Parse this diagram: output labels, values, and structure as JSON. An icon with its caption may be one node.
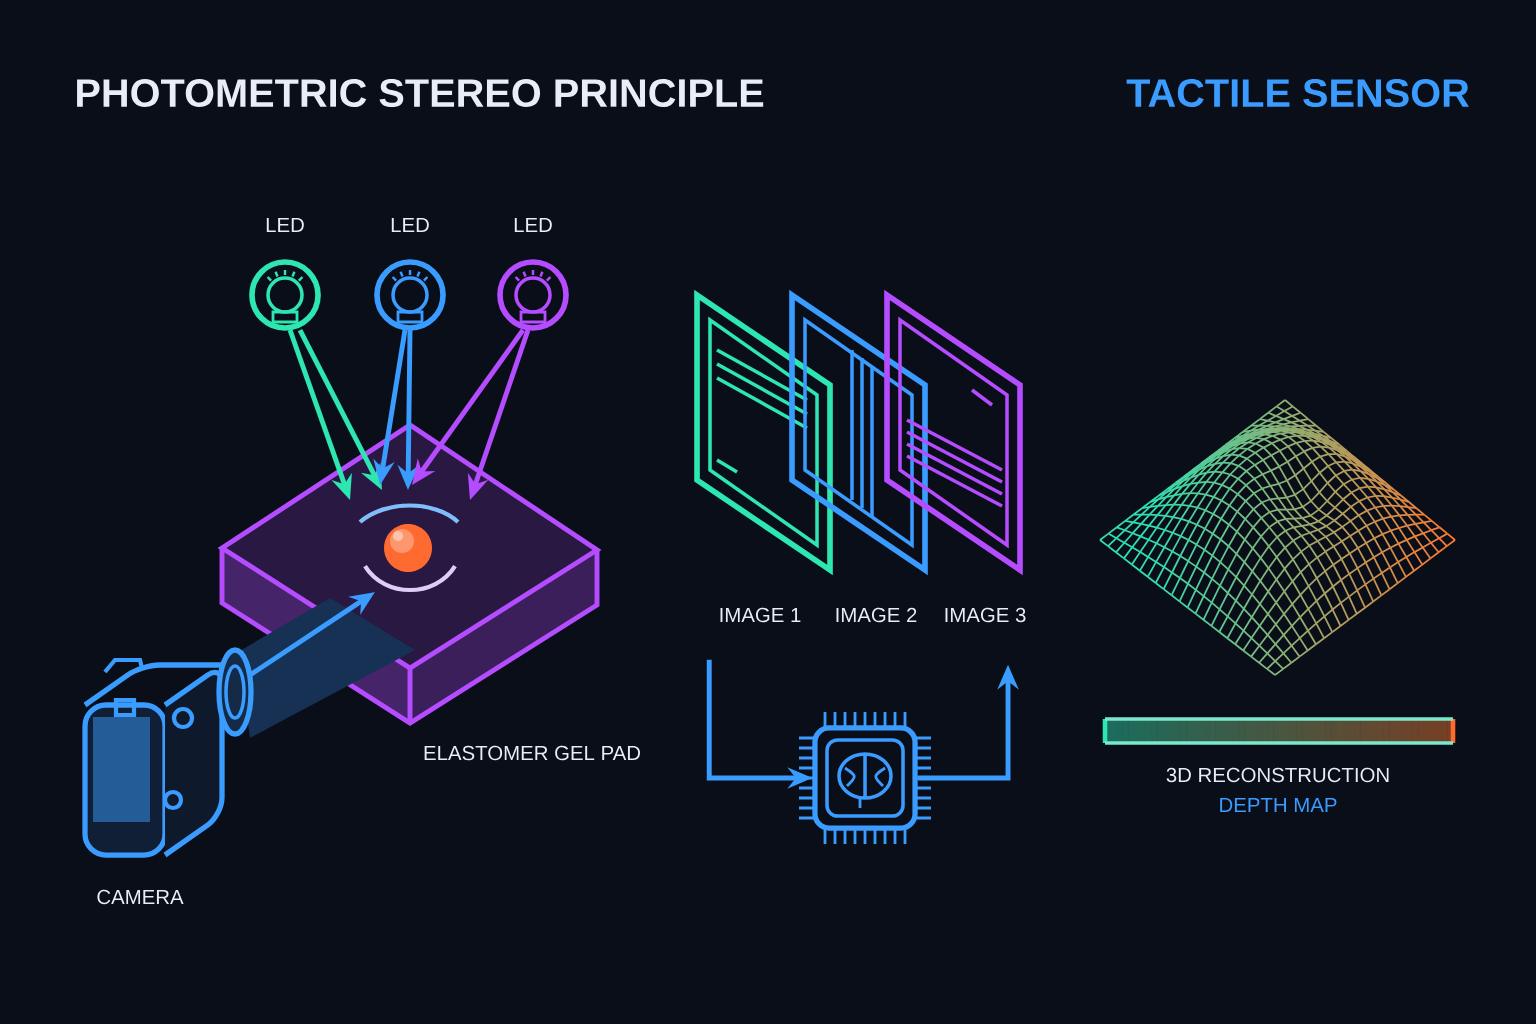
{
  "diagram": {
    "title": "PHOTOMETRIC STEREO PRINCIPLE",
    "nodes": [
      {
        "text": [
          "LED"
        ]
      },
      {
        "text": [
          "LED"
        ]
      },
      {
        "text": [
          "LED"
        ]
      },
      {
        "text": [
          "ELASTOMER GEL PAD"
        ]
      },
      {
        "text": [
          "CAMERA"
        ]
      },
      {
        "text": [
          "IMAGE 1"
        ]
      },
      {
        "text": [
          "IMAGE 2"
        ]
      },
      {
        "text": [
          "IMAGE 3"
        ]
      },
      {
        "text": [],
        "shape": "picture"
      }
    ],
    "edges": [
      {
        "from": 0,
        "to": 3,
        "arrow": "to",
        "color": "#2ee6b0"
      },
      {
        "from": 0,
        "to": 3,
        "arrow": "to",
        "color": "#2ee6b0"
      },
      {
        "from": 1,
        "to": 3,
        "arrow": "to"
      },
      {
        "from": 1,
        "to": 3,
        "arrow": "to"
      },
      {
        "from": 2,
        "to": 3,
        "arrow": "to",
        "color": "#b54cff"
      },
      {
        "from": 2,
        "to": 3,
        "arrow": "to",
        "color": "#b54cff"
      },
      {
        "from": 4,
        "to": 3,
        "arrow": "to"
      },
      {
        "from": 5,
        "to": 8,
        "arrow": "to"
      },
      {
        "from": 8,
        "to": 7,
        "arrow": "to"
      }
    ],
    "labels": [
      "TACTILE SENSOR",
      "3D RECONSTRUCTION",
      "DEPTH MAP"
    ]
  }
}
